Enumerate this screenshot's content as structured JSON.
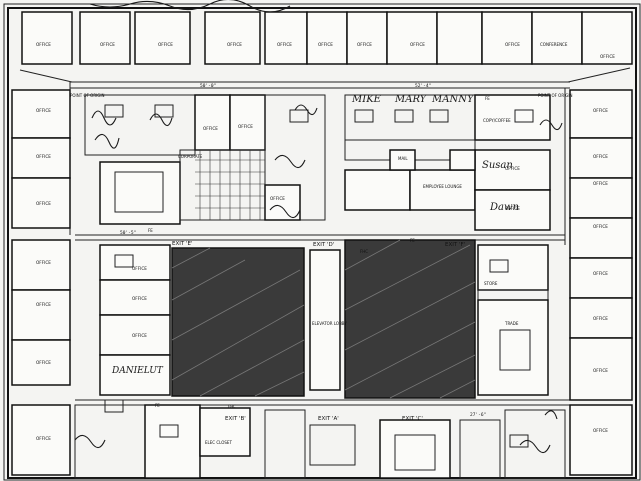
{
  "plan": {
    "offices": {
      "top_1": "OFFICE",
      "top_2": "OFFICE",
      "top_3": "OFFICE",
      "top_4": "OFFICE",
      "top_5": "OFFICE",
      "top_6": "OFFICE",
      "top_7": "OFFICE",
      "top_8": "OFFICE",
      "top_9": "OFFICE",
      "top_10": "OFFICE",
      "left_1": "OFFICE",
      "left_2": "OFFICE",
      "left_3": "OFFICE",
      "left_4": "OFFICE",
      "left_5": "OFFICE",
      "left_6": "OFFICE",
      "left_7": "OFFICE",
      "right_1": "OFFICE",
      "right_2": "OFFICE",
      "right_3": "OFFICE",
      "right_4": "OFFICE",
      "right_5": "OFFICE",
      "right_6": "OFFICE",
      "right_7": "OFFICE",
      "right_8": "OFFICE",
      "inner_1": "OFFICE",
      "inner_2": "OFFICE",
      "inner_3": "OFFICE",
      "inner_4": "OFFICE",
      "inner_5": "OFFICE",
      "inner_6": "OFFICE",
      "inner_7": "OFFICE",
      "inner_8": "OFFICE"
    },
    "rooms": {
      "conference_top_right": "CONFERENCE",
      "copy_coffee": "COPY/COFFEE",
      "employee_lounge": "EMPLOYEE LOUNGE",
      "mail_supply": "MAIL",
      "corporate": "CORPORATE",
      "elevator_lobby": "ELEVATOR LOBBY",
      "elec_closet": "ELEC CLOSET",
      "store": "STORE",
      "trade": "TRADE"
    },
    "exits": {
      "exit_e": "EXIT 'E'",
      "exit_d": "EXIT 'D'",
      "exit_f": "EXIT 'F'",
      "exit_b": "EXIT 'B'",
      "exit_a": "EXIT 'A'",
      "exit_c": "EXIT 'C'"
    },
    "markers": {
      "fe_1": "FE",
      "fe_2": "FE",
      "fe_3": "FE",
      "fe_4": "FE",
      "fhc_1": "FHC",
      "fhc_2": "FHC",
      "point_of_origin_1": "POINT OF ORIGIN",
      "point_of_origin_2": "POINT OF ORIGIN"
    },
    "dimensions": {
      "top_left": "50'-0\"",
      "top_right": "52'-4\"",
      "mid_left": "50'-5\"",
      "bottom_left": "31'-3\"",
      "bottom_right": "27'-6\""
    },
    "names": {
      "mike": "MIKE",
      "mary": "MARY",
      "manny": "MANNY",
      "daniel": "DANIELUT",
      "susan": "Susan",
      "dawn": "Dawn"
    }
  }
}
